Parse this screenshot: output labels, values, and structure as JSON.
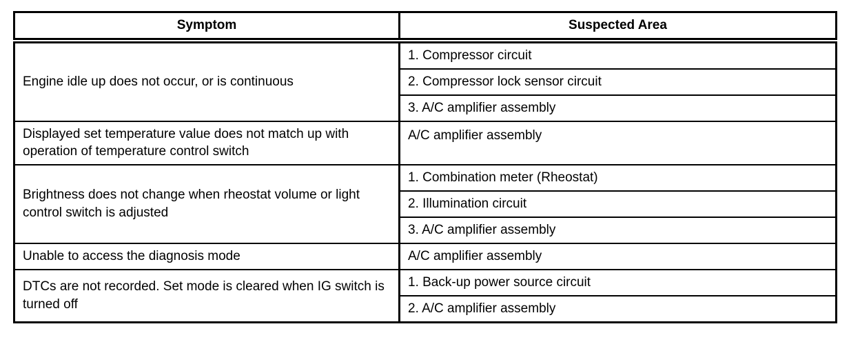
{
  "colors": {
    "border": "#000000",
    "background": "#ffffff",
    "text": "#000000"
  },
  "table": {
    "headers": {
      "symptom": "Symptom",
      "suspected_area": "Suspected Area"
    },
    "rows": [
      {
        "symptom": "Engine idle up does not occur, or is continuous",
        "areas": [
          "1. Compressor circuit",
          "2. Compressor lock sensor circuit",
          "3. A/C amplifier assembly"
        ]
      },
      {
        "symptom": "Displayed set temperature value does not match up with operation of temperature control switch",
        "areas": [
          "A/C amplifier assembly"
        ]
      },
      {
        "symptom": "Brightness does not change when rheostat volume or light control switch is adjusted",
        "areas": [
          "1. Combination meter (Rheostat)",
          "2. Illumination circuit",
          "3. A/C amplifier assembly"
        ]
      },
      {
        "symptom": "Unable to access the diagnosis mode",
        "areas": [
          "A/C amplifier assembly"
        ]
      },
      {
        "symptom": "DTCs are not recorded. Set mode is cleared when IG switch is turned off",
        "areas": [
          "1. Back-up power source circuit",
          "2. A/C amplifier assembly"
        ]
      }
    ]
  }
}
